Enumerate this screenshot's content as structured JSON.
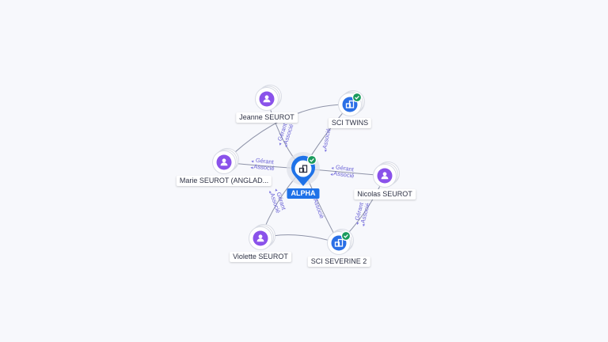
{
  "colors": {
    "person": "#8a52ea",
    "company": "#2a6fe6",
    "center": "#1f72e8",
    "verified": "#199a5c",
    "edge": "#8e93a8",
    "edge_label": "#6b63d6"
  },
  "nodes": [
    {
      "id": "alpha",
      "label": "ALPHA",
      "kind": "center",
      "icon": "building-icon",
      "verified": true
    },
    {
      "id": "jeanne",
      "label": "Jeanne SEUROT",
      "kind": "person",
      "icon": "person-icon"
    },
    {
      "id": "scitwins",
      "label": "SCI TWINS",
      "kind": "company",
      "icon": "building-icon",
      "verified": true
    },
    {
      "id": "marie",
      "label": "Marie SEUROT (ANGLAD...",
      "kind": "person",
      "icon": "person-icon"
    },
    {
      "id": "nicolas",
      "label": "Nicolas SEUROT",
      "kind": "person",
      "icon": "person-icon"
    },
    {
      "id": "violette",
      "label": "Violette SEUROT",
      "kind": "person",
      "icon": "person-icon"
    },
    {
      "id": "sciseverine",
      "label": "SCI SEVERINE 2",
      "kind": "company",
      "icon": "building-icon",
      "verified": true
    }
  ],
  "edges": [
    {
      "from": "jeanne",
      "to": "alpha",
      "labels": [
        "Gérant",
        "Associé"
      ]
    },
    {
      "from": "scitwins",
      "to": "alpha",
      "labels": [
        "Associé"
      ]
    },
    {
      "from": "marie",
      "to": "alpha",
      "labels": [
        "Gérant",
        "Associé"
      ]
    },
    {
      "from": "nicolas",
      "to": "alpha",
      "labels": [
        "Gérant",
        "Associé"
      ]
    },
    {
      "from": "violette",
      "to": "alpha",
      "labels": [
        "Gérant",
        "Associé"
      ]
    },
    {
      "from": "sciseverine",
      "to": "alpha",
      "labels": [
        "Associé"
      ]
    },
    {
      "from": "marie",
      "to": "scitwins",
      "labels": []
    },
    {
      "from": "violette",
      "to": "sciseverine",
      "labels": []
    },
    {
      "from": "nicolas",
      "to": "sciseverine",
      "labels": [
        "Gérant",
        "Associé"
      ]
    }
  ]
}
